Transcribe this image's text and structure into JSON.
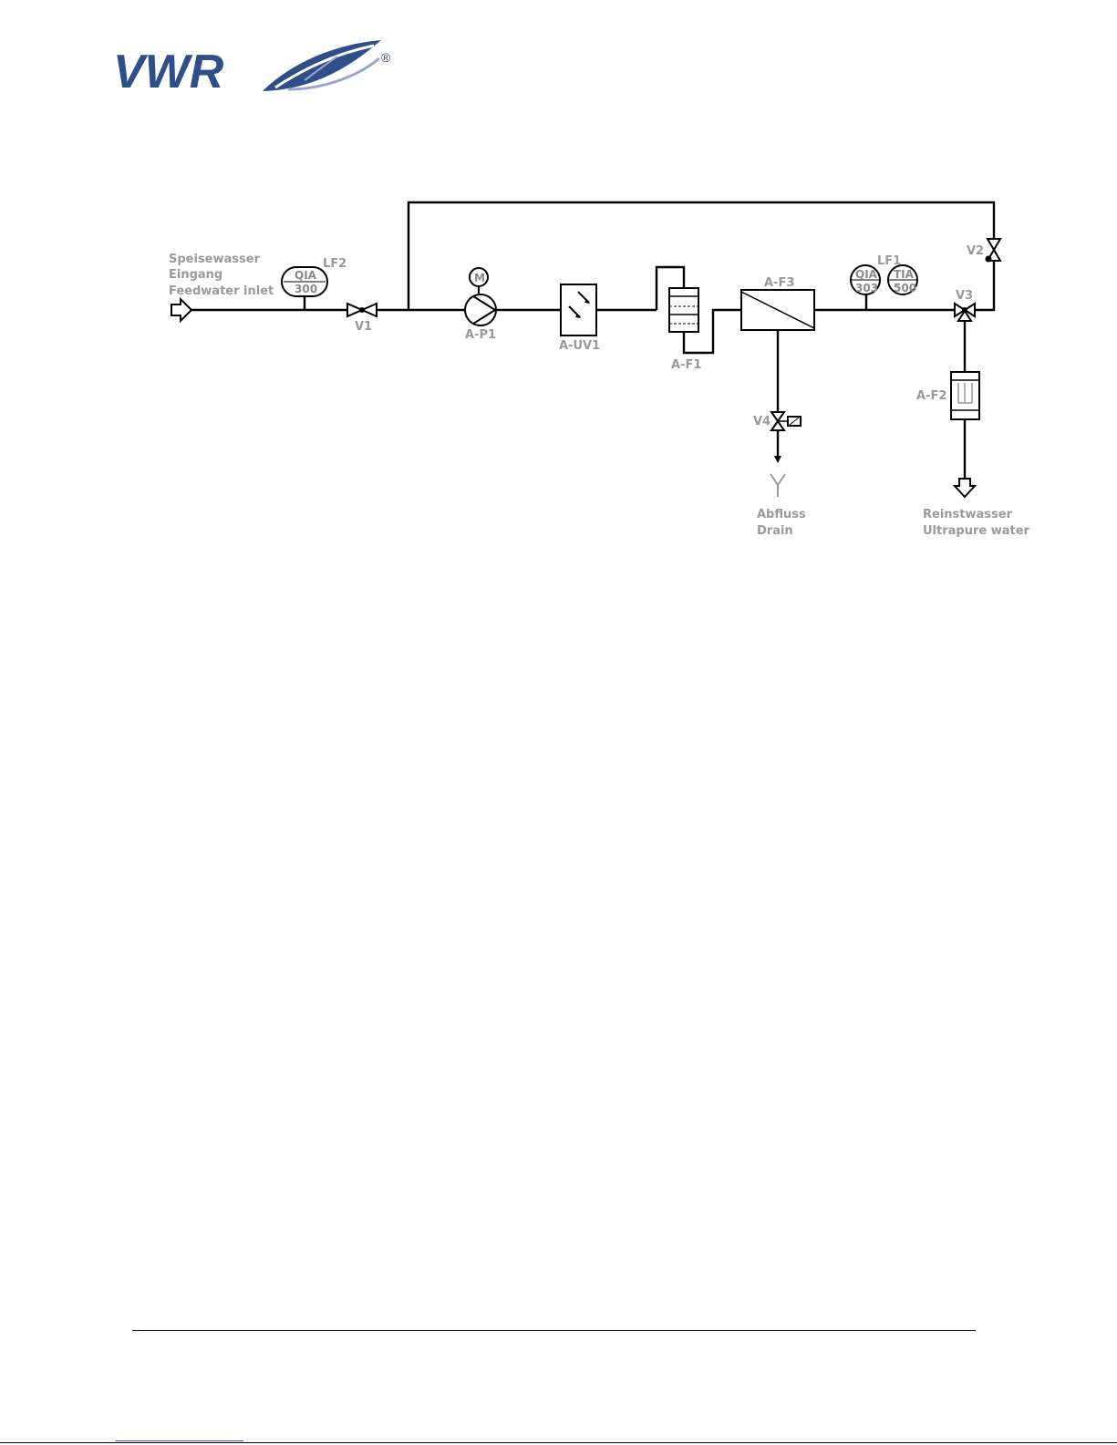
{
  "logo": {
    "text": "VWR",
    "registered": "®",
    "brand_color": "#2e4f87",
    "leaf_color": "#9aa4cc"
  },
  "labels": {
    "inlet_de": "Speisewasser",
    "inlet_de2": "Eingang",
    "inlet_en": "Feedwater inlet",
    "lf2": "LF2",
    "qia_left_top": "QIA",
    "qia_left_bottom": "300",
    "v1": "V1",
    "motor": "M",
    "pump": "A-P1",
    "uv": "A-UV1",
    "f1": "A-F1",
    "f3": "A-F3",
    "lf1": "LF1",
    "qia_right_top": "QIA",
    "qia_right_bottom": "303",
    "tia_top": "TIA",
    "tia_bottom": "500",
    "v2": "V2",
    "v3": "V3",
    "f2": "A-F2",
    "v4": "V4",
    "drain_de": "Abfluss",
    "drain_en": "Drain",
    "product_de": "Reinstwasser",
    "product_en": "Ultrapure water"
  }
}
